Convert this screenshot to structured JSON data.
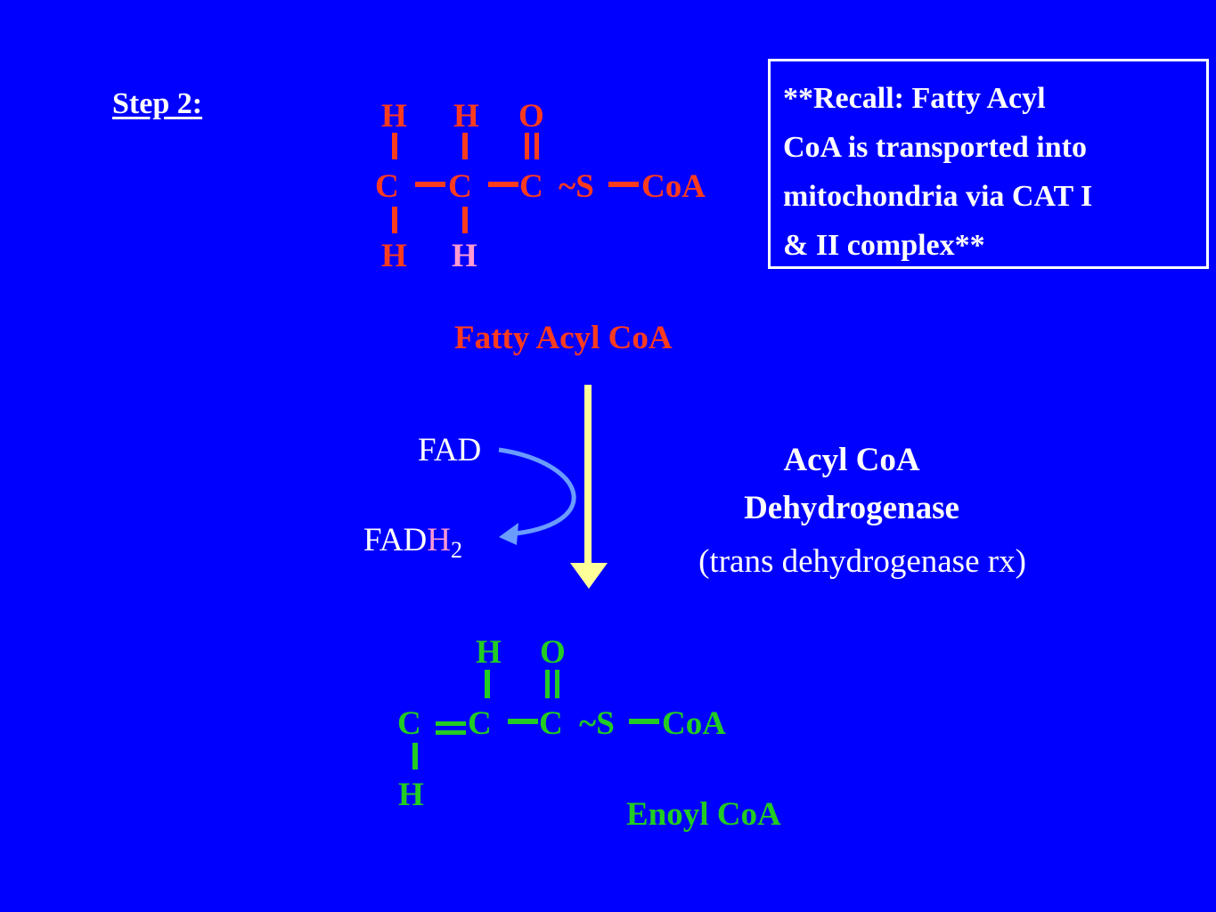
{
  "step": {
    "label": "Step 2:"
  },
  "recall": {
    "lines": [
      "**Recall:  Fatty Acyl",
      "CoA is transported into",
      "mitochondria via CAT I",
      "& II  complex**"
    ]
  },
  "fatty_acyl_coa": {
    "label": "Fatty Acyl CoA",
    "top_row": [
      "H",
      "H",
      "O"
    ],
    "chain": [
      "C",
      "C",
      "C",
      "~S",
      "CoA"
    ],
    "bottom_row": [
      "H",
      "H"
    ]
  },
  "reaction": {
    "cofactor_in": "FAD",
    "cofactor_out_base": "FAD",
    "cofactor_out_h": "H",
    "cofactor_out_sub": "2",
    "enzyme_line1": "Acyl CoA",
    "enzyme_line2": "Dehydrogenase",
    "enzyme_note": "(trans dehydrogenase rx)"
  },
  "enoyl_coa": {
    "label": "Enoyl CoA",
    "top_row": [
      "H",
      "O"
    ],
    "chain": [
      "C",
      "C",
      "C",
      "~S",
      "CoA"
    ],
    "bottom_row": [
      "H"
    ]
  },
  "colors": {
    "background": "#0000ff",
    "reactant": "#ff3b1e",
    "highlight_h": "#ff9ad2",
    "product": "#22cc22",
    "arrow": "#ffff99",
    "cofactor_arrow": "#6a9cff"
  }
}
